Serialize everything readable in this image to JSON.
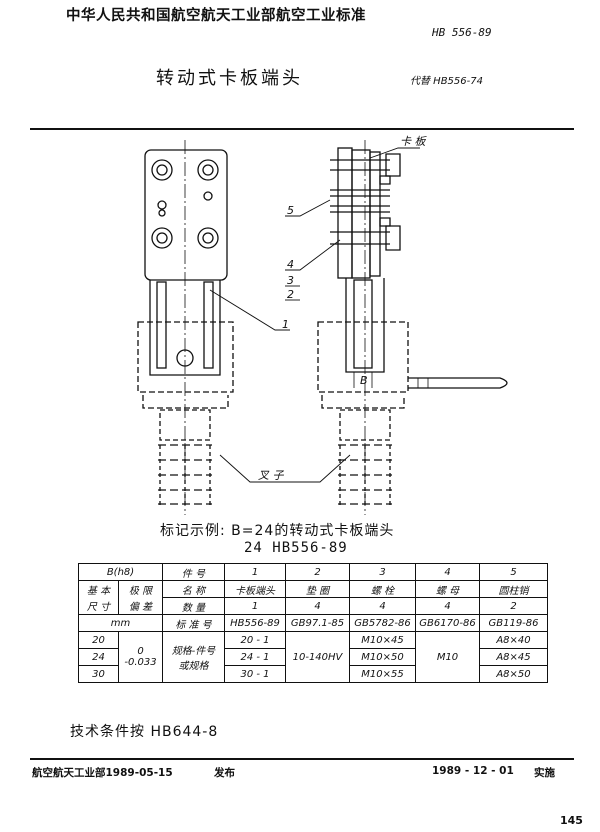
{
  "header": {
    "title": "中华人民共和国航空航天工业部航空工业标准",
    "standard_no": "HB 556-89",
    "doc_title": "转动式卡板端头",
    "replaces": "代替 HB556-74"
  },
  "drawing": {
    "labels": {
      "card_plate": "卡 板",
      "l5": "5",
      "l4": "4",
      "l3": "3",
      "l2": "2",
      "l1": "1",
      "b": "B",
      "fork": "叉 子"
    }
  },
  "example": {
    "line1": "标记示例: B=24的转动式卡板端头",
    "line2": "24  HB556-89"
  },
  "table": {
    "h_b": "B(h8)",
    "h_part": "件       号",
    "part_nos": [
      "1",
      "2",
      "3",
      "4",
      "5"
    ],
    "h_basic": "基 本",
    "h_limit": "极 限",
    "h_size": "尺 寸",
    "h_dev": "偏 差",
    "h_name": "名       称",
    "names": [
      "卡板端头",
      "垫 圈",
      "螺 栓",
      "螺 母",
      "圆柱销"
    ],
    "h_qty": "数  量",
    "qtys": [
      "1",
      "4",
      "4",
      "4",
      "2"
    ],
    "h_mm": "mm",
    "h_std": "标  准  号",
    "stds": [
      "HB556-89",
      "GB97.1-85",
      "GB5782-86",
      "GB6170-86",
      "GB119-86"
    ],
    "spec_label_1": "规格-件号",
    "spec_label_2": "或规格",
    "dev_1": "0",
    "dev_2": "-0.033",
    "washer_spec": "10-140HV",
    "nut_spec": "M10",
    "rows": [
      {
        "b": "20",
        "p1": "20 - 1",
        "p3": "M10×45",
        "p5": "A8×40"
      },
      {
        "b": "24",
        "p1": "24 - 1",
        "p3": "M10×50",
        "p5": "A8×45"
      },
      {
        "b": "30",
        "p1": "30 - 1",
        "p3": "M10×55",
        "p5": "A8×50"
      }
    ]
  },
  "tech_note": "技术条件按 HB644-8",
  "footer": {
    "issuer_date": "航空航天工业部1989-05-15",
    "issue": "发布",
    "impl_date": "1989 - 12 - 01",
    "impl": "实施",
    "page": "145"
  }
}
